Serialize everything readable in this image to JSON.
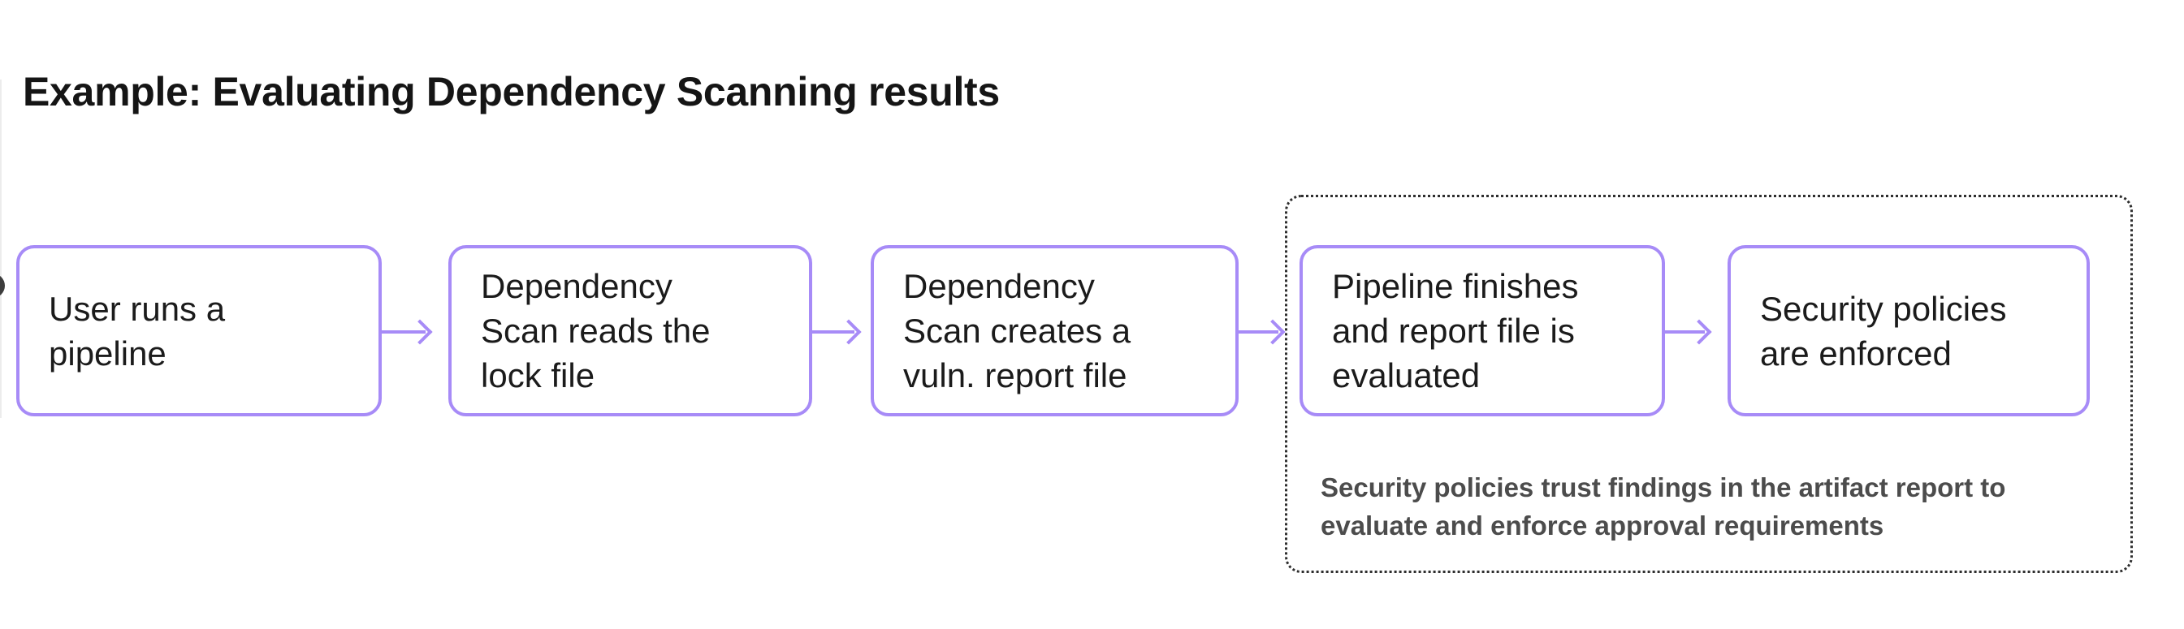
{
  "page": {
    "title": "Example: Evaluating Dependency Scanning results"
  },
  "flow": {
    "boxes": [
      {
        "id": "user-runs-pipeline",
        "label": "User runs a\npipeline"
      },
      {
        "id": "scan-reads-lock-file",
        "label": "Dependency\nScan reads the\nlock file"
      },
      {
        "id": "scan-creates-report",
        "label": "Dependency\nScan creates a\nvuln. report file"
      },
      {
        "id": "pipeline-finishes",
        "label": "Pipeline finishes\nand report file is\nevaluated"
      },
      {
        "id": "policies-enforced",
        "label": "Security policies\nare enforced"
      }
    ],
    "annotation_group": {
      "note": "Security policies trust findings in the artifact report to\nevaluate and enforce approval requirements"
    }
  },
  "colors": {
    "box_border": "#a78bf7",
    "arrow": "#a78bf7",
    "dotted_border": "#2e2e2e",
    "note_text": "#4c4c4c",
    "title_text": "#151515",
    "box_text": "#1b1b1b",
    "page_bg": "#ffffff"
  }
}
